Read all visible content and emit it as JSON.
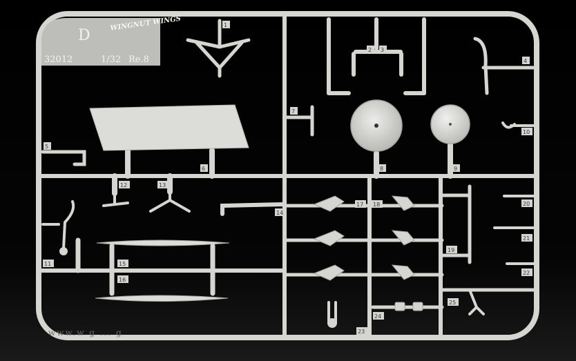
{
  "kit": {
    "sprue_letter": "D",
    "brand": "WINGNUT WINGS",
    "kit_number": "32012",
    "scale": "1/32",
    "model": "Re.8"
  },
  "watermark": "www.w   g  ...  g",
  "part_numbers": [
    "1",
    "2",
    "3",
    "4",
    "5",
    "6",
    "7",
    "8",
    "9",
    "10",
    "11",
    "12",
    "13",
    "14",
    "15",
    "16",
    "17",
    "18",
    "19",
    "20",
    "21",
    "22",
    "23",
    "24",
    "25"
  ],
  "colors": {
    "background": "#000000",
    "plastic": "#d7d7d3",
    "plastic_shadow": "#a9a9a5",
    "label_plate": "#bcbcb8"
  }
}
